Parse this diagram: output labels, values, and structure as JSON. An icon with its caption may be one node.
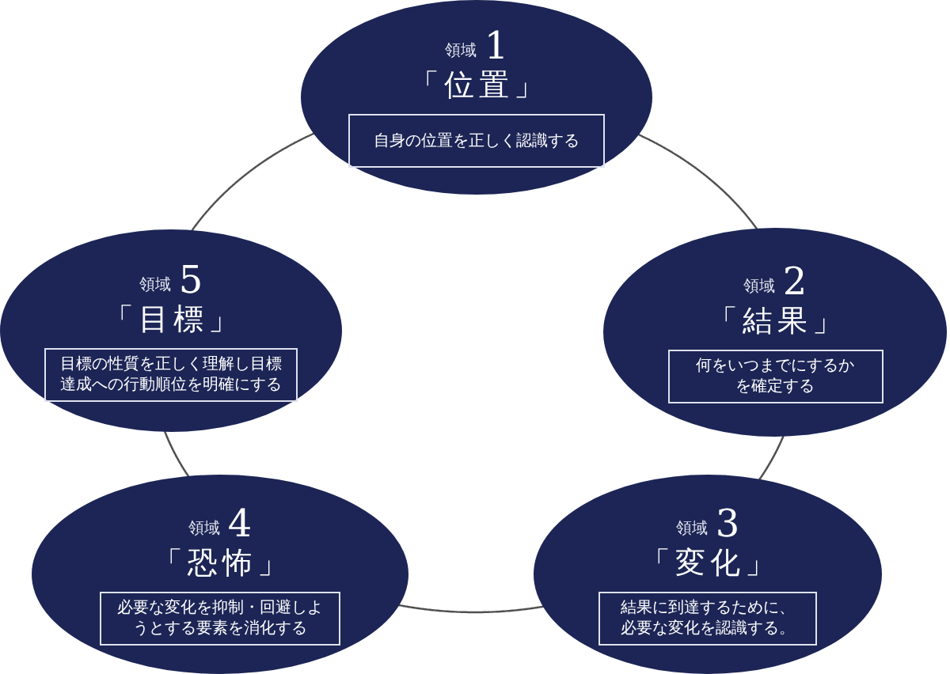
{
  "diagram": {
    "nodes": [
      {
        "text": [
          "領域",
          "1",
          "「位置」"
        ]
      },
      {
        "text": [
          "自身の位置を正しく認識する"
        ],
        "in": 0
      },
      {
        "text": [
          "領域",
          "2",
          "「結果」"
        ]
      },
      {
        "text": [
          "何をいつまでにするかを確定する"
        ],
        "in": 2
      },
      {
        "text": [
          "領域",
          "3",
          "「変化」"
        ]
      },
      {
        "text": [
          "結果に到達するために、必要な変化を認識する。"
        ],
        "in": 4
      },
      {
        "text": [
          "領域",
          "4",
          "「恐怖」"
        ]
      },
      {
        "text": [
          "必要な変化を抑制・回避しようとする要素を消化する"
        ],
        "in": 6
      },
      {
        "text": [
          "領域",
          "5",
          "「目標」"
        ]
      },
      {
        "text": [
          "目標の性質を正しく理解し目標達成への行動順位を明確にする"
        ],
        "in": 8
      }
    ],
    "edges": [
      {
        "from": 0,
        "to": 2,
        "arrow": "none"
      },
      {
        "from": 2,
        "to": 4,
        "arrow": "none"
      },
      {
        "from": 4,
        "to": 6,
        "arrow": "none"
      },
      {
        "from": 6,
        "to": 8,
        "arrow": "none"
      },
      {
        "from": 8,
        "to": 0,
        "arrow": "none"
      }
    ]
  }
}
